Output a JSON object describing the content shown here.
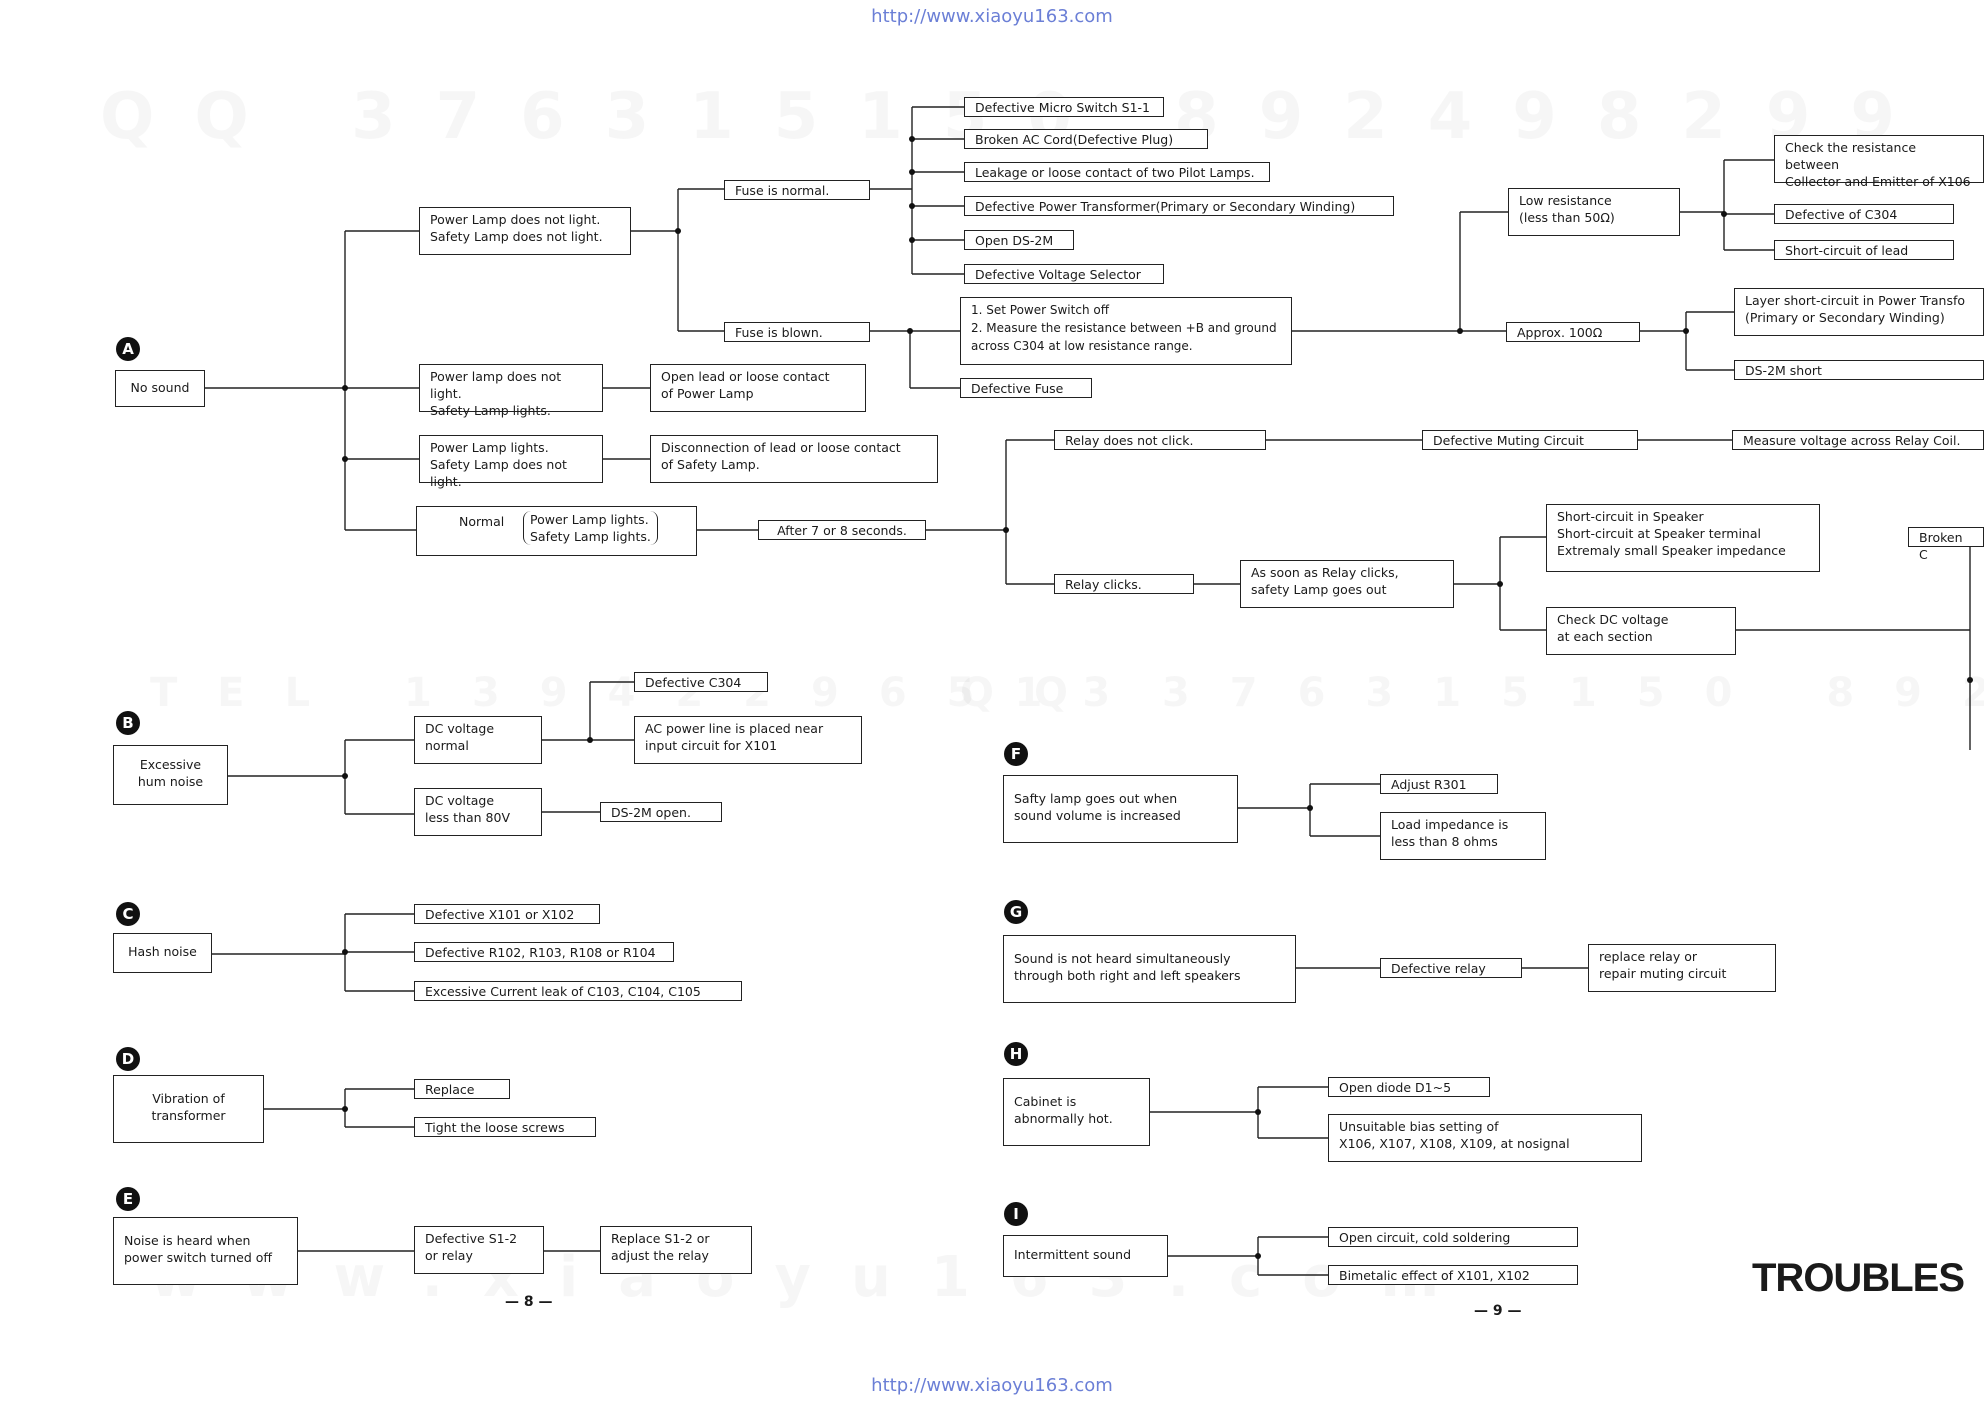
{
  "header_url": "http://www.xiaoyu163.com",
  "footer_url": "http://www.xiaoyu163.com",
  "watermarks": {
    "top": "QQ 376315150 892498299",
    "mid_left": "TEL 13942296513",
    "mid_right": "QQ 376315150 892498299",
    "bottom": "www.xiaoyu163.com"
  },
  "page_left": "— 8 —",
  "page_right": "— 9 —",
  "brand_text": "TROUBLES",
  "sections": {
    "A": {
      "marker": "A",
      "no_sound": "No sound",
      "power_no_safety_no": "Power Lamp does not light.\nSafety Lamp does not light.",
      "fuse_normal": "Fuse is normal.",
      "fuse_blown": "Fuse is blown.",
      "micro_switch": "Defective Micro Switch S1-1",
      "broken_cord": "Broken AC Cord(Defective Plug)",
      "pilot_lamps": "Leakage or loose contact of two Pilot Lamps.",
      "power_transformer": "Defective Power Transformer(Primary or Secondary Winding)",
      "open_ds2m": "Open DS-2M",
      "voltage_selector": "Defective Voltage Selector",
      "measure_steps": "1. Set Power Switch off\n2. Measure the resistance between +B and ground\n   across C304 at low resistance range.",
      "defective_fuse": "Defective Fuse",
      "low_resistance": "Low resistance\n(less than 50Ω)",
      "approx_100": "Approx. 100Ω",
      "check_resistance": "Check the resistance between\nCollector and Emitter of X106",
      "defective_c304": "Defective of C304",
      "short_lead": "Short-circuit of lead",
      "layer_short": "Layer short-circuit in Power Transfo\n(Primary or Secondary Winding)",
      "ds2m_short": "DS-2M short",
      "power_no_safety_yes": "Power lamp does not light.\nSafety Lamp lights.",
      "open_lead_power": "Open lead or loose contact\nof Power Lamp",
      "power_yes_safety_no": "Power Lamp lights.\nSafety Lamp does not light.",
      "disconnection_safety": "Disconnection of lead or loose contact\nof Safety Lamp.",
      "normal": "Normal",
      "normal_detail": "Power Lamp lights.\nSafety Lamp lights.",
      "after_seconds": "After 7 or 8 seconds.",
      "relay_no_click": "Relay does not click.",
      "muting_circuit": "Defective Muting Circuit",
      "measure_relay": "Measure voltage across Relay Coil.",
      "relay_clicks": "Relay clicks.",
      "safety_goes_out": "As soon as Relay clicks,\nsafety Lamp goes out",
      "speaker_shorts": "Short-circuit in Speaker\nShort-circuit at Speaker terminal\nExtremaly small Speaker impedance",
      "check_dc": "Check DC voltage\nat each section",
      "broken": "Broken C"
    },
    "B": {
      "marker": "B",
      "hum": "Excessive\nhum noise",
      "dc_normal": "DC voltage\nnormal",
      "dc_less": "DC voltage\nless than 80V",
      "defective_c304": "Defective C304",
      "ac_line": "AC power line is placed near\ninput circuit for X101",
      "ds2m_open": "DS-2M open."
    },
    "C": {
      "marker": "C",
      "hash": "Hash noise",
      "x101_x102": "Defective X101 or X102",
      "resistors": "Defective R102, R103, R108 or R104",
      "leak": "Excessive Current leak of C103, C104, C105"
    },
    "D": {
      "marker": "D",
      "vibration": "Vibration of\ntransformer",
      "replace": "Replace",
      "tight": "Tight the loose screws"
    },
    "E": {
      "marker": "E",
      "noise_off": "Noise is heard when\npower switch turned off",
      "s12_relay": "Defective S1-2\nor relay",
      "replace_s12": "Replace S1-2 or\nadjust the relay"
    },
    "F": {
      "marker": "F",
      "safty_out": "Safty lamp goes out when\nsound volume is increased",
      "adjust_r301": "Adjust R301",
      "load_impedance": "Load impedance is\nless than 8 ohms"
    },
    "G": {
      "marker": "G",
      "not_heard": "Sound is not heard simultaneously\nthrough both right and left speakers",
      "defective_relay": "Defective relay",
      "replace_relay": "replace relay or\nrepair muting circuit"
    },
    "H": {
      "marker": "H",
      "cabinet_hot": "Cabinet is\nabnormally hot.",
      "open_diode": "Open diode D1~5",
      "bias": "Unsuitable bias setting of\nX106, X107, X108, X109, at nosignal"
    },
    "I": {
      "marker": "I",
      "intermittent": "Intermittent sound",
      "open_circuit": "Open circuit,  cold soldering",
      "bimetalic": "Bimetalic effect of X101, X102"
    }
  }
}
